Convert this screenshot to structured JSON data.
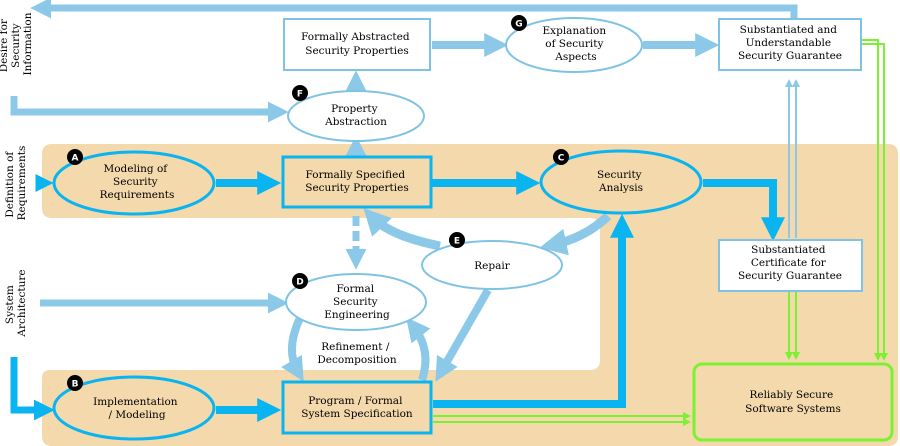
{
  "colors": {
    "band": "#f4d9ac",
    "light_blue": "#8cc9e8",
    "bright_blue": "#0ab4f0",
    "light_stroke": "#7fc3e4",
    "green": "#7cf032",
    "ellipse_fill": "#ffffff"
  },
  "side_labels": {
    "desire": [
      "Desire for",
      "Security",
      "Information"
    ],
    "definition": [
      "Definition of",
      "Requirements"
    ],
    "architecture": [
      "System",
      "Architecture"
    ]
  },
  "nodes": {
    "formally_abstracted": {
      "lines": [
        "Formally Abstracted",
        "Security Properties"
      ]
    },
    "explanation": {
      "badge": "G",
      "lines": [
        "Explanation",
        "of Security",
        "Aspects"
      ]
    },
    "substantiated_guarantee": {
      "lines": [
        "Substantiated and",
        "Understandable",
        "Security Guarantee"
      ]
    },
    "property_abstraction": {
      "badge": "F",
      "lines": [
        "Property",
        "Abstraction"
      ]
    },
    "modeling_requirements": {
      "badge": "A",
      "lines": [
        "Modeling of",
        "Security",
        "Requirements"
      ]
    },
    "formally_specified": {
      "lines": [
        "Formally Specified",
        "Security Properties"
      ]
    },
    "security_analysis": {
      "badge": "C",
      "lines": [
        "Security",
        "Analysis"
      ]
    },
    "repair": {
      "badge": "E",
      "lines": [
        "Repair"
      ]
    },
    "substantiated_certificate": {
      "lines": [
        "Substantiated",
        "Certificate for",
        "Security Guarantee"
      ]
    },
    "formal_security_engineering": {
      "badge": "D",
      "lines": [
        "Formal",
        "Security",
        "Engineering"
      ]
    },
    "refinement": {
      "lines": [
        "Refinement /",
        "Decomposition"
      ]
    },
    "implementation": {
      "badge": "B",
      "lines": [
        "Implementation",
        "/ Modeling"
      ]
    },
    "program_spec": {
      "lines": [
        "Program / Formal",
        "System Specification"
      ]
    },
    "reliably_secure": {
      "lines": [
        "Reliably Secure",
        "Software Systems"
      ]
    }
  }
}
